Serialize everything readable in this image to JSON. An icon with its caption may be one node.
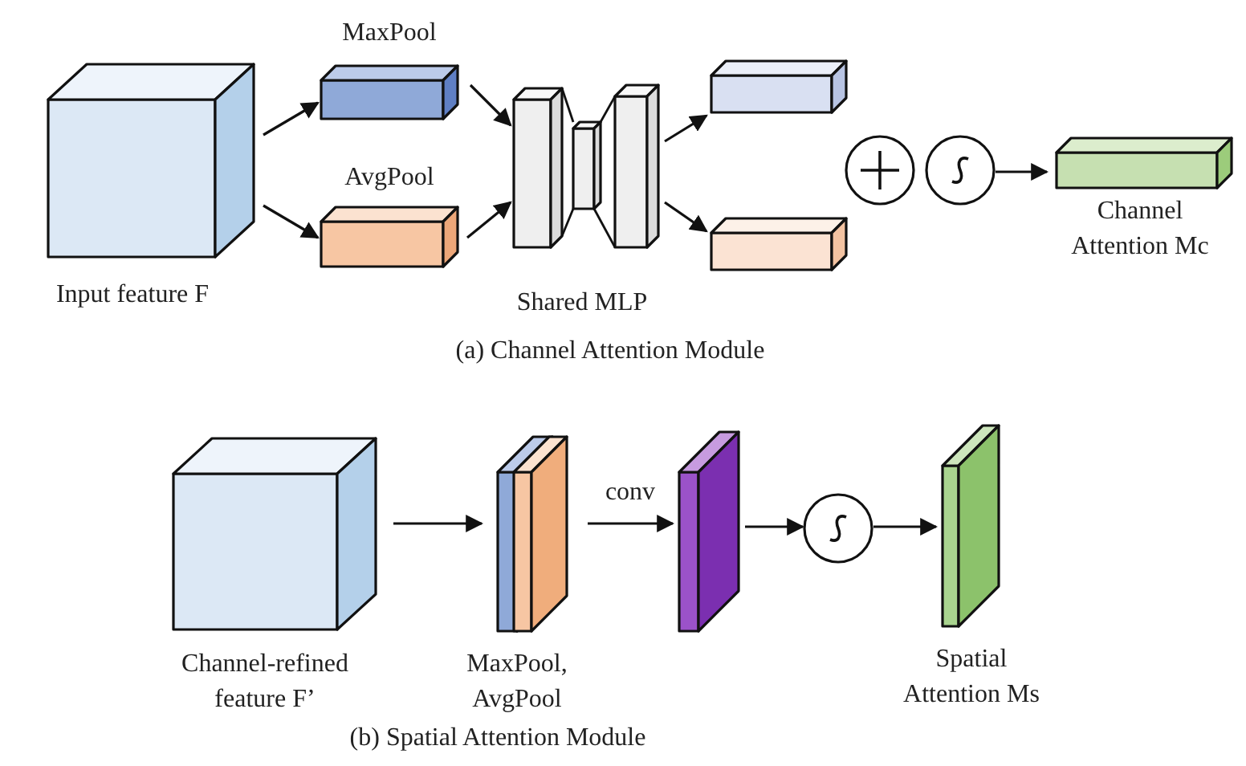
{
  "diagram": {
    "nodes": [
      {
        "text": [
          "Input feature F"
        ]
      },
      {
        "text": [
          "MaxPool"
        ]
      },
      {
        "text": [
          "AvgPool"
        ]
      },
      {
        "text": [
          "Shared MLP"
        ]
      },
      {
        "text": [],
        "shape": "box"
      },
      {
        "text": [],
        "shape": "box"
      },
      {
        "text": [],
        "shape": "circle"
      },
      {
        "text": [],
        "shape": "circle"
      },
      {
        "text": [
          "Channel Attention Mc"
        ]
      },
      {
        "text": [
          "Channel-refined feature F’"
        ]
      },
      {
        "text": [
          "MaxPool, AvgPool"
        ]
      },
      {
        "text": [],
        "shape": "box"
      },
      {
        "text": [],
        "shape": "circle"
      },
      {
        "text": [
          "Spatial Attention Ms"
        ]
      }
    ],
    "edges": [
      {
        "from": 0,
        "to": 1,
        "arrow": "to"
      },
      {
        "from": 0,
        "to": 2,
        "arrow": "to"
      },
      {
        "from": 1,
        "to": 3,
        "arrow": "to"
      },
      {
        "from": 2,
        "to": 3,
        "arrow": "to"
      },
      {
        "from": 3,
        "to": 4,
        "arrow": "to"
      },
      {
        "from": 3,
        "to": 5,
        "arrow": "to"
      },
      {
        "from": 7,
        "to": 8,
        "arrow": "to"
      },
      {
        "from": 9,
        "to": 10,
        "arrow": "to"
      },
      {
        "from": 10,
        "to": 11,
        "arrow": "to",
        "label": "conv"
      },
      {
        "from": 11,
        "to": 12,
        "arrow": "to"
      },
      {
        "from": 12,
        "to": 13,
        "arrow": "to"
      }
    ],
    "labels": [
      "(a) Channel Attention Module",
      "(b) Spatial Attention Module"
    ]
  }
}
